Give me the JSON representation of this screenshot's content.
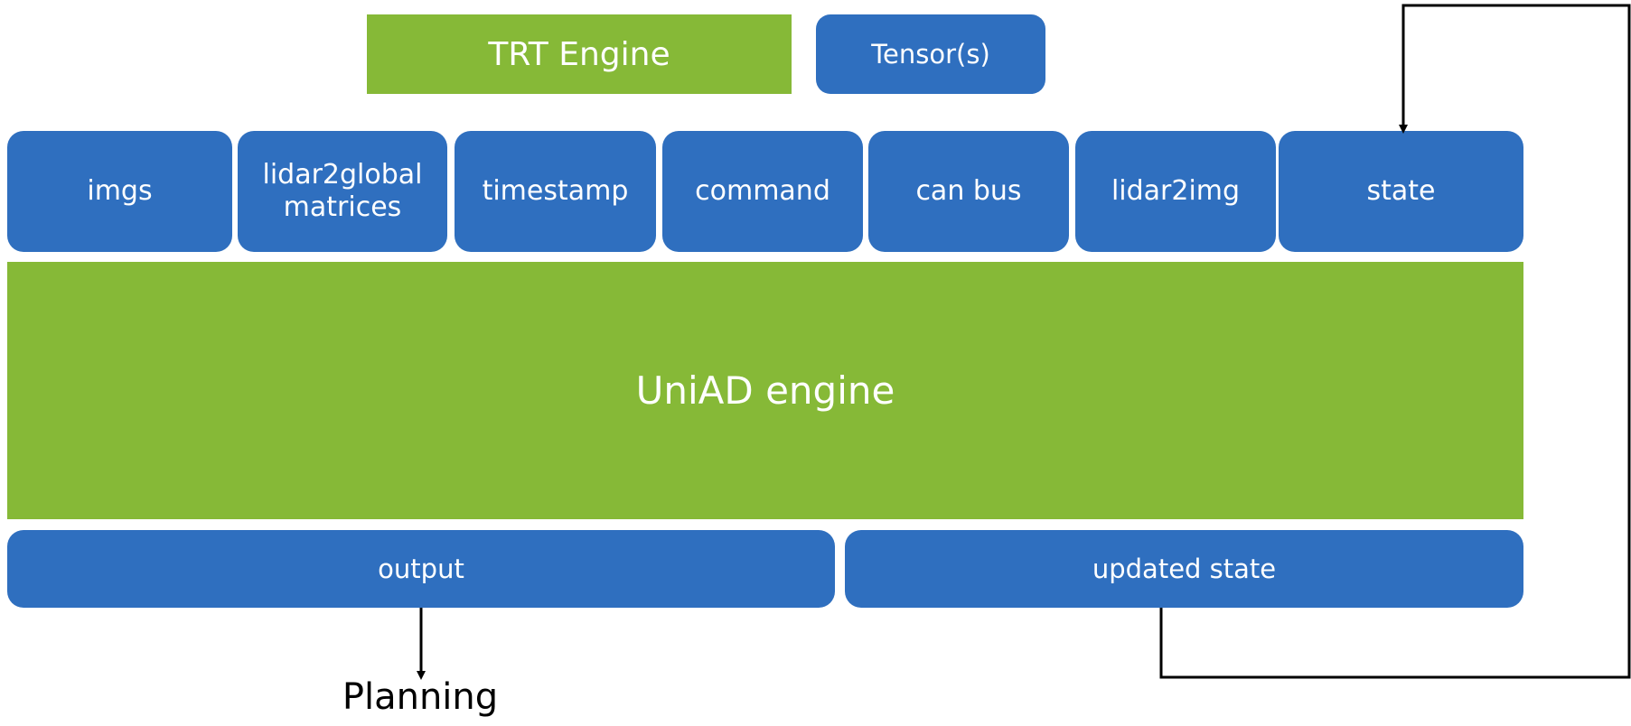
{
  "legend": {
    "trt_engine_label": "TRT Engine",
    "tensor_label": "Tensor(s)"
  },
  "inputs": [
    {
      "label": "imgs"
    },
    {
      "label": "lidar2global\nmatrices"
    },
    {
      "label": "timestamp"
    },
    {
      "label": "command"
    },
    {
      "label": "can bus"
    },
    {
      "label": "lidar2img"
    },
    {
      "label": "state"
    }
  ],
  "engine": {
    "label": "UniAD engine"
  },
  "outputs": {
    "output_label": "output",
    "updated_state_label": "updated state"
  },
  "planning_label": "Planning",
  "colors": {
    "tensor_blue": "#2f6fbf",
    "engine_green": "#86b937",
    "arrow": "#000000"
  }
}
